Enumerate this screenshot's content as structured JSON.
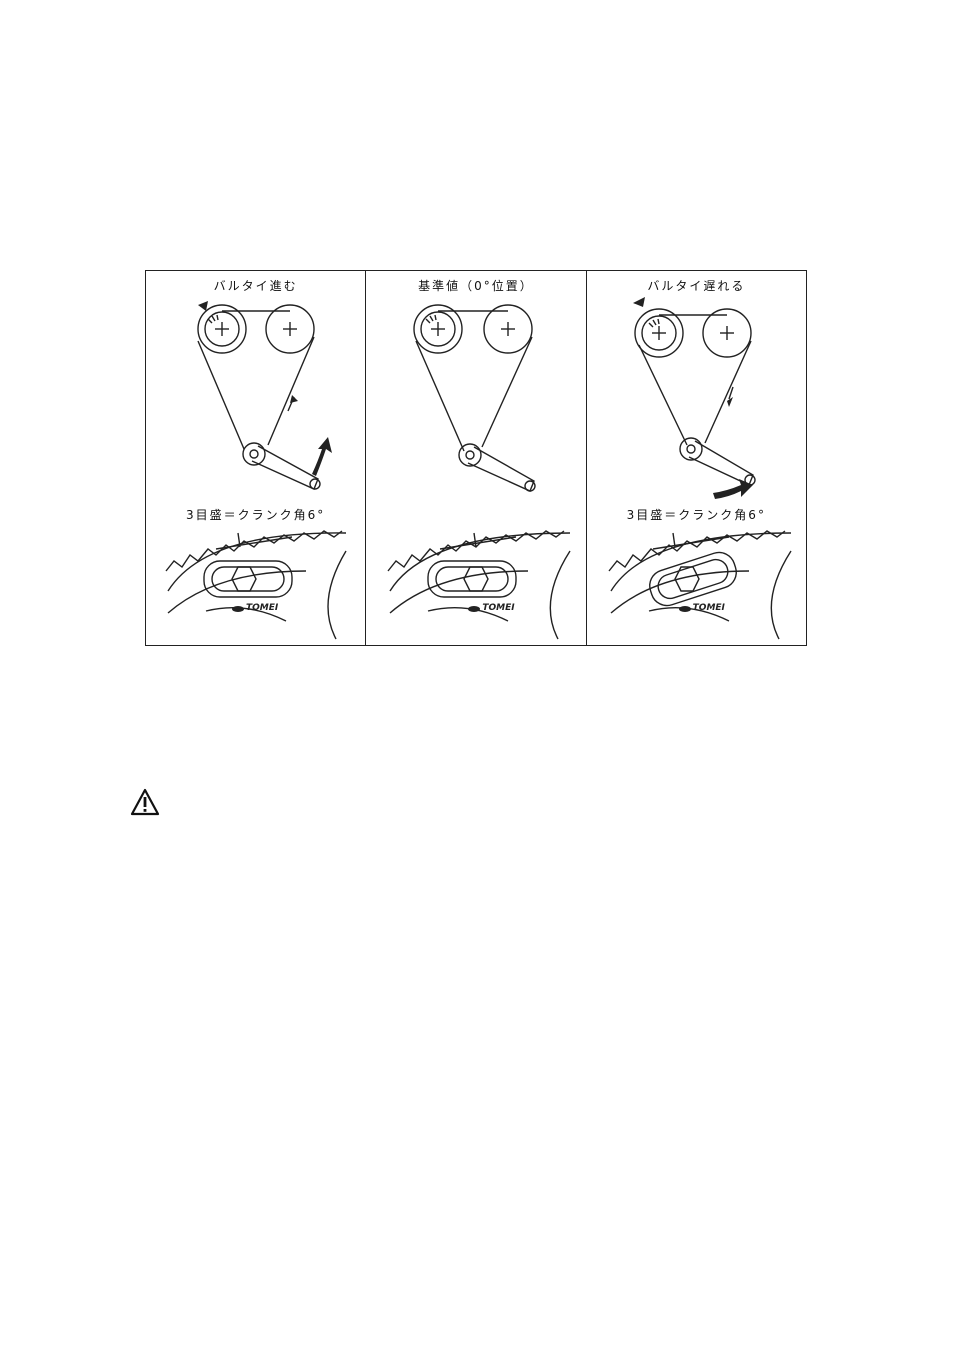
{
  "figure": {
    "panels": [
      {
        "title": "バルタイ進む",
        "scale_note": "3目盛＝クランク角6°",
        "brand": "TOMEI",
        "direction": "advance"
      },
      {
        "title": "基準値（0°位置）",
        "scale_note": "",
        "brand": "TOMEI",
        "direction": "neutral"
      },
      {
        "title": "バルタイ遅れる",
        "scale_note": "3目盛＝クランク角6°",
        "brand": "TOMEI",
        "direction": "retard"
      }
    ]
  },
  "icons": {
    "warning": "warning-triangle-icon"
  },
  "colors": {
    "line": "#222222",
    "background": "#ffffff"
  }
}
